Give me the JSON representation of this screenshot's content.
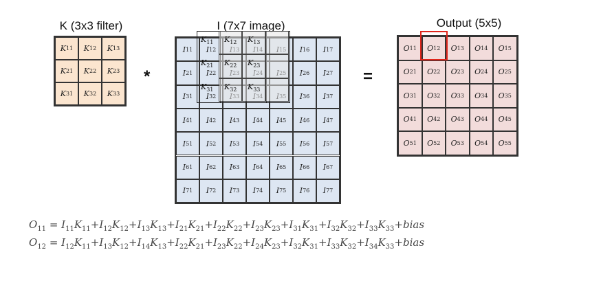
{
  "filter": {
    "title": "K (3x3 filter)",
    "cells": [
      [
        "K|11",
        "K|12",
        "K|13"
      ],
      [
        "K|21",
        "K|22",
        "K|23"
      ],
      [
        "K|31",
        "K|32",
        "K|33"
      ]
    ]
  },
  "image": {
    "title": "I (7x7 image)",
    "cells": [
      [
        "I|11",
        "I|12",
        "I|13",
        "I|14",
        "I|15",
        "I|16",
        "I|17"
      ],
      [
        "I|21",
        "I|22",
        "I|23",
        "I|24",
        "I|25",
        "I|26",
        "I|27"
      ],
      [
        "I|31",
        "I|32",
        "I|33",
        "I|34",
        "I|35",
        "I|36",
        "I|37"
      ],
      [
        "I|41",
        "I|42",
        "I|43",
        "I|44",
        "I|45",
        "I|46",
        "I|47"
      ],
      [
        "I|51",
        "I|52",
        "I|53",
        "I|54",
        "I|55",
        "I|56",
        "I|57"
      ],
      [
        "I|61",
        "I|62",
        "I|63",
        "I|64",
        "I|65",
        "I|66",
        "I|67"
      ],
      [
        "I|71",
        "I|72",
        "I|73",
        "I|74",
        "I|75",
        "I|76",
        "I|77"
      ]
    ],
    "overlay_labels": [
      [
        "K|11",
        "K|12",
        "K|13"
      ],
      [
        "K|21",
        "K|22",
        "K|23"
      ],
      [
        "K|31",
        "K|32",
        "K|33"
      ]
    ]
  },
  "output": {
    "title": "Output (5x5)",
    "cells": [
      [
        "O|11",
        "O|12",
        "O|13",
        "O|14",
        "O|15"
      ],
      [
        "O|21",
        "O|22",
        "O|23",
        "O|24",
        "O|25"
      ],
      [
        "O|31",
        "O|32",
        "O|33",
        "O|34",
        "O|35"
      ],
      [
        "O|41",
        "O|42",
        "O|43",
        "O|44",
        "O|45"
      ],
      [
        "O|51",
        "O|52",
        "O|53",
        "O|54",
        "O|55"
      ]
    ],
    "highlighted": "O|12"
  },
  "operators": {
    "conv": "*",
    "equals": "="
  },
  "equations": [
    "O|11 = I|11K|11+I|12K|12+I|13K|13+I|21K|21+I|22K|22+I|23K|23+I|31K|31+I|32K|32+I|33K|33+bias",
    "O|12 = I|12K|11+I|13K|12+I|14K|13+I|22K|21+I|23K|22+I|24K|23+I|32K|31+I|33K|32+I|34K|33+bias"
  ],
  "colors": {
    "filter_fill": "#fbe5cf",
    "image_fill": "#dde6f2",
    "output_fill": "#f2dcdb",
    "highlight": "#e0251b"
  }
}
